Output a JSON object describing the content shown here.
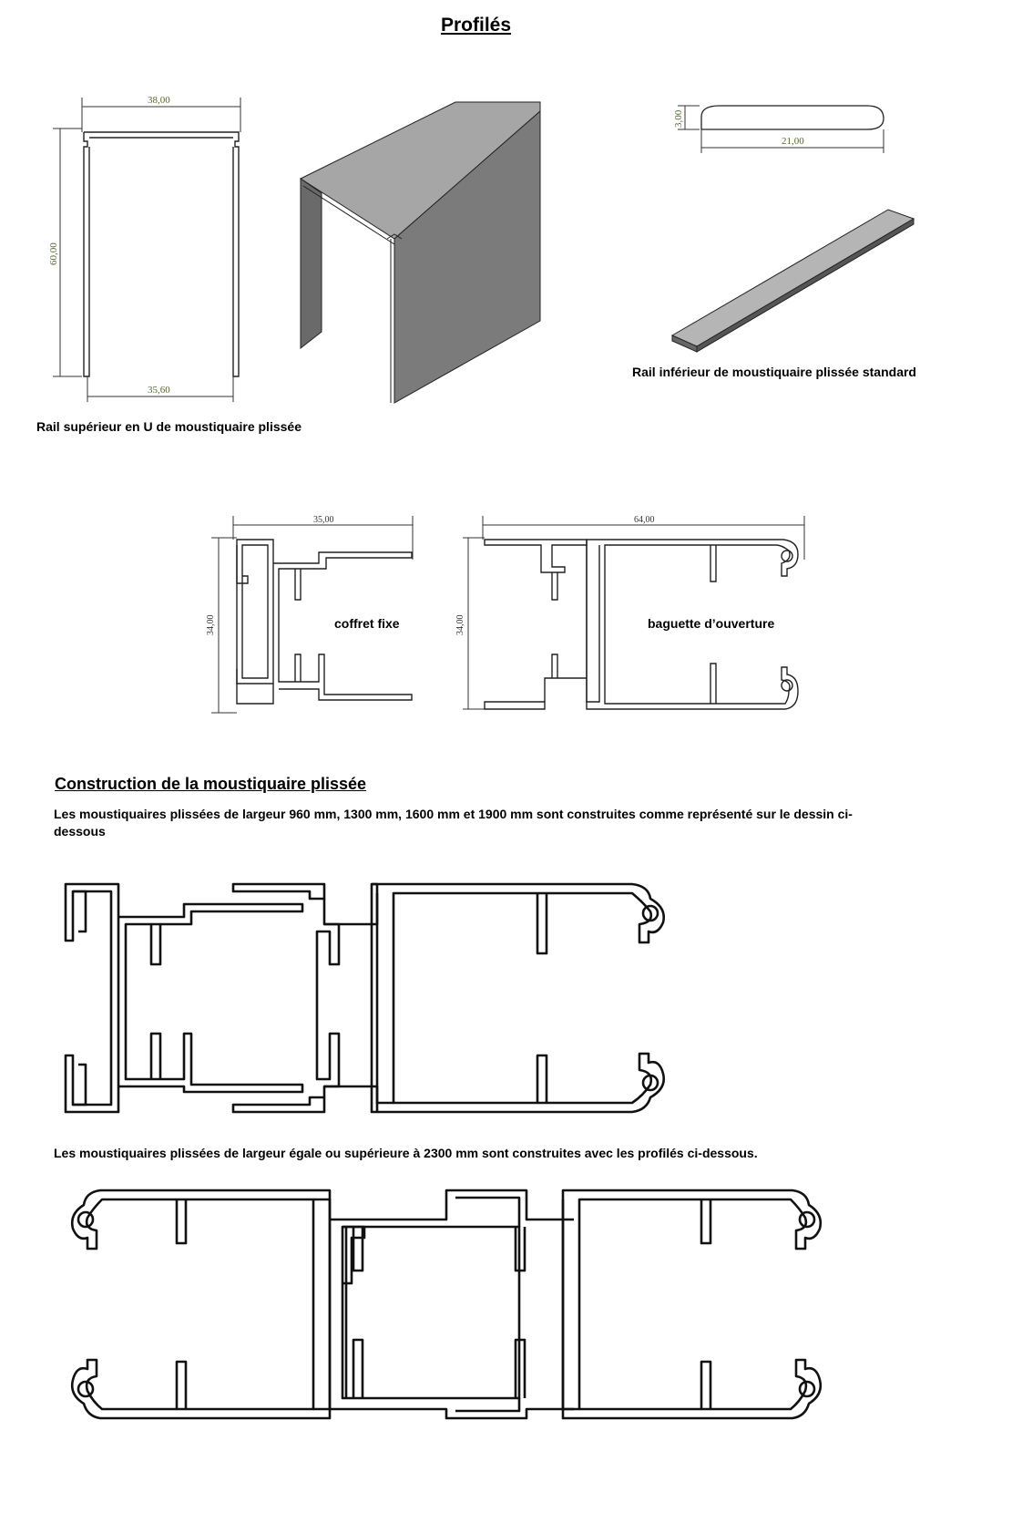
{
  "page": {
    "title": "Profilés",
    "section_title": "Construction de la moustiquaire plissée"
  },
  "captions": {
    "upper_rail": "Rail supérieur en U de moustiquaire plissée",
    "lower_rail": "Rail inférieur de moustiquaire plissée standard",
    "fixed_box": "coffret fixe",
    "opening_bar": "baguette d’ouverture"
  },
  "dimensions": {
    "u_top": "38,00",
    "u_side": "60,00",
    "u_bottom": "35,60",
    "flat_height": "3,00",
    "flat_width": "21,00",
    "box_width": "35,00",
    "box_height": "34,00",
    "bar_width": "64,00",
    "bar_height": "34,00"
  },
  "paragraphs": {
    "standard": "Les moustiquaires plissées de largeur 960  mm, 1300  mm, 1600  mm et 1900  mm sont construites comme représenté sur le dessin ci-dessous",
    "large": "Les moustiquaires plissées de largeur égale ou supérieure à 2300  mm sont construites avec les profilés ci-dessous."
  },
  "colors": {
    "dimension_text": "#556b2f",
    "profile_stroke": "#1a1a1a",
    "render_dark": "#6e6e6e",
    "render_light": "#a8a8a8"
  }
}
